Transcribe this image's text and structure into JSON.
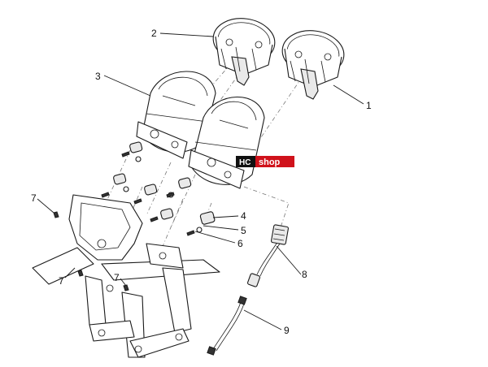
{
  "callouts": {
    "c1": "1",
    "c2": "2",
    "c3": "3",
    "c4": "4",
    "c5": "5",
    "c6": "6",
    "c7a": "7",
    "c7b": "7",
    "c7c": "7",
    "c8": "8",
    "c9": "9"
  },
  "watermark": {
    "left": "HC",
    "right": "shop",
    "left_color": "#111111",
    "right_color": "#d0121b"
  }
}
